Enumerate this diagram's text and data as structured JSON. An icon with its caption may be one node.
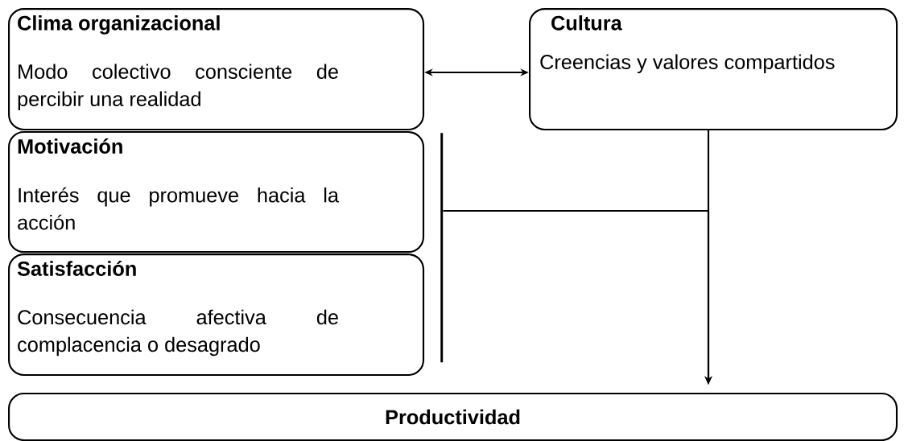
{
  "diagram": {
    "nodes": [
      {
        "text": [
          "Clima organizacional",
          "Modo colectivo consciente de percibir una realidad"
        ]
      },
      {
        "text": [
          "Cultura",
          "Creencias y valores compartidos"
        ]
      },
      {
        "text": [
          "Motivación",
          "Interés que promueve hacia la acción"
        ]
      },
      {
        "text": [
          "Satisfacción",
          "Consecuencia afectiva de complacencia o desagrado"
        ]
      },
      {
        "text": [],
        "shape": "bar"
      },
      {
        "text": [
          "Productividad"
        ]
      }
    ],
    "edges": [
      {
        "from": 0,
        "to": 1,
        "arrow": "both"
      },
      {
        "from": 1,
        "to": 5,
        "arrow": "to"
      },
      {
        "from": 4,
        "to": 5,
        "arrow": "to"
      }
    ]
  }
}
